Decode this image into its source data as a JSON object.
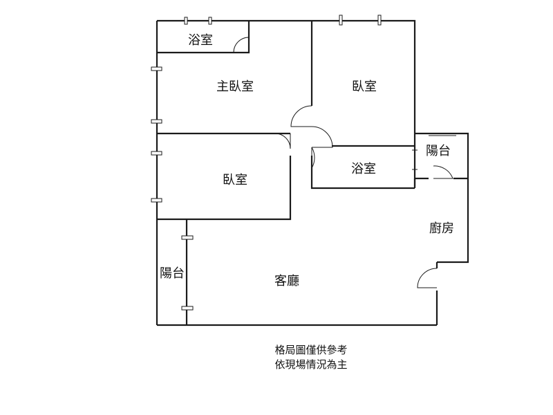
{
  "rooms": {
    "bath_top": "浴室",
    "master_bedroom": "主臥室",
    "bedroom_right": "臥室",
    "bedroom_left": "臥室",
    "bath_middle": "浴室",
    "balcony_right": "陽台",
    "kitchen": "廚房",
    "balcony_left": "陽台",
    "living_room": "客廳"
  },
  "notes": {
    "line1": "格局圖僅供參考",
    "line2": "依現場情況為主"
  }
}
